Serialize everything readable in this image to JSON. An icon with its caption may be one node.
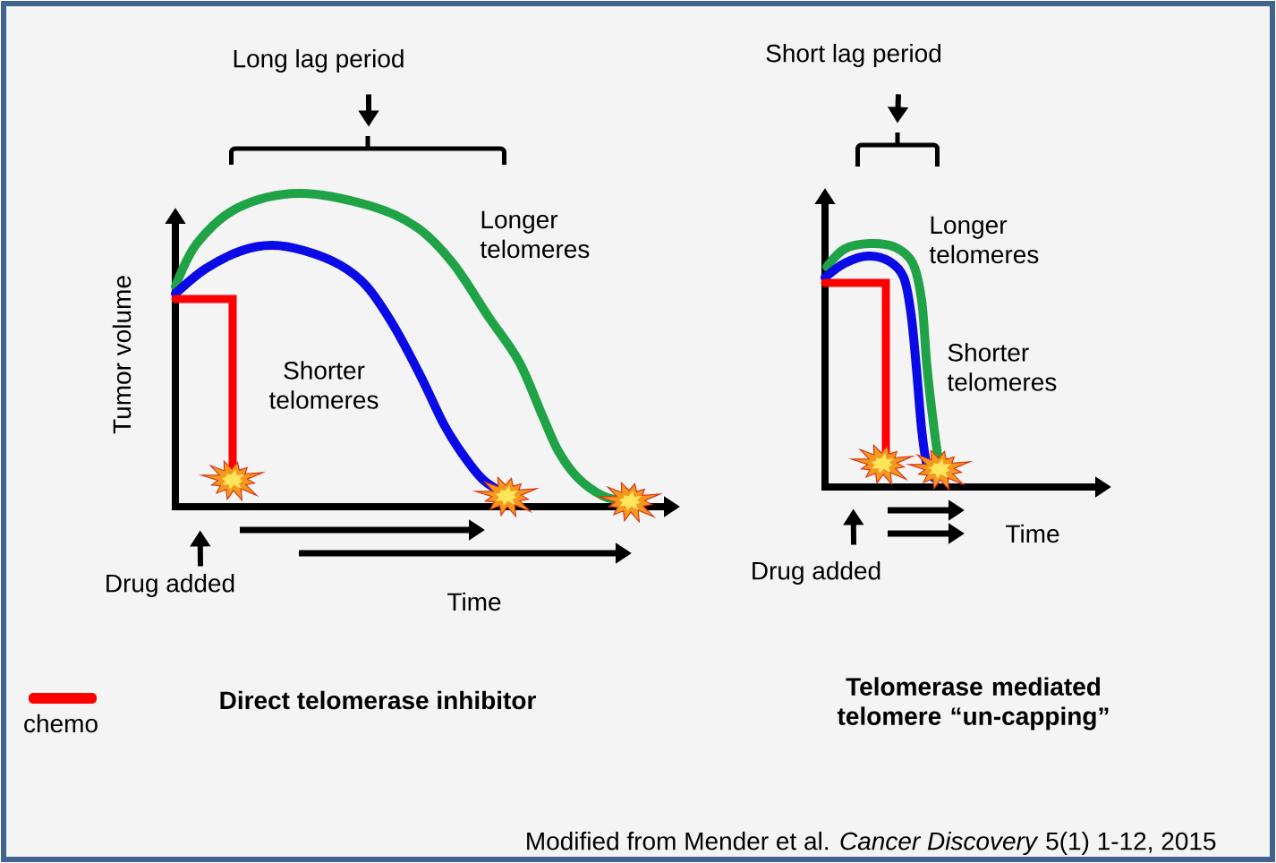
{
  "diagram": {
    "caption": "Modified from Mender et al. *Cancer Discovery* 5(1) 1-12, 2015",
    "nodes": [
      {
        "text": [
          "Long lag period"
        ]
      },
      {
        "text": [],
        "shape": "bracket"
      },
      {
        "text": [],
        "shape": "chart"
      },
      {
        "text": [
          "Drug added"
        ]
      },
      {
        "text": [
          "Short lag period"
        ]
      },
      {
        "text": [],
        "shape": "bracket"
      },
      {
        "text": [],
        "shape": "chart"
      },
      {
        "text": [
          "Drug added"
        ]
      }
    ],
    "edges": [
      {
        "from": 0,
        "to": 1,
        "arrow": "to"
      },
      {
        "from": 3,
        "to": 2,
        "arrow": "to"
      },
      {
        "from": 4,
        "to": 5,
        "arrow": "to"
      },
      {
        "from": 7,
        "to": 6,
        "arrow": "to"
      }
    ],
    "labels": [
      "Longer telomeres",
      "Tumor volume",
      "Shorter telomeres",
      "Time",
      "Direct telomerase inhibitor",
      "Longer telomeres",
      "Shorter telomeres",
      "Time",
      "Telomerase mediated telomere “un-capping”"
    ],
    "legend": [
      {
        "text": "chemo",
        "color": "#ff0000"
      }
    ]
  }
}
